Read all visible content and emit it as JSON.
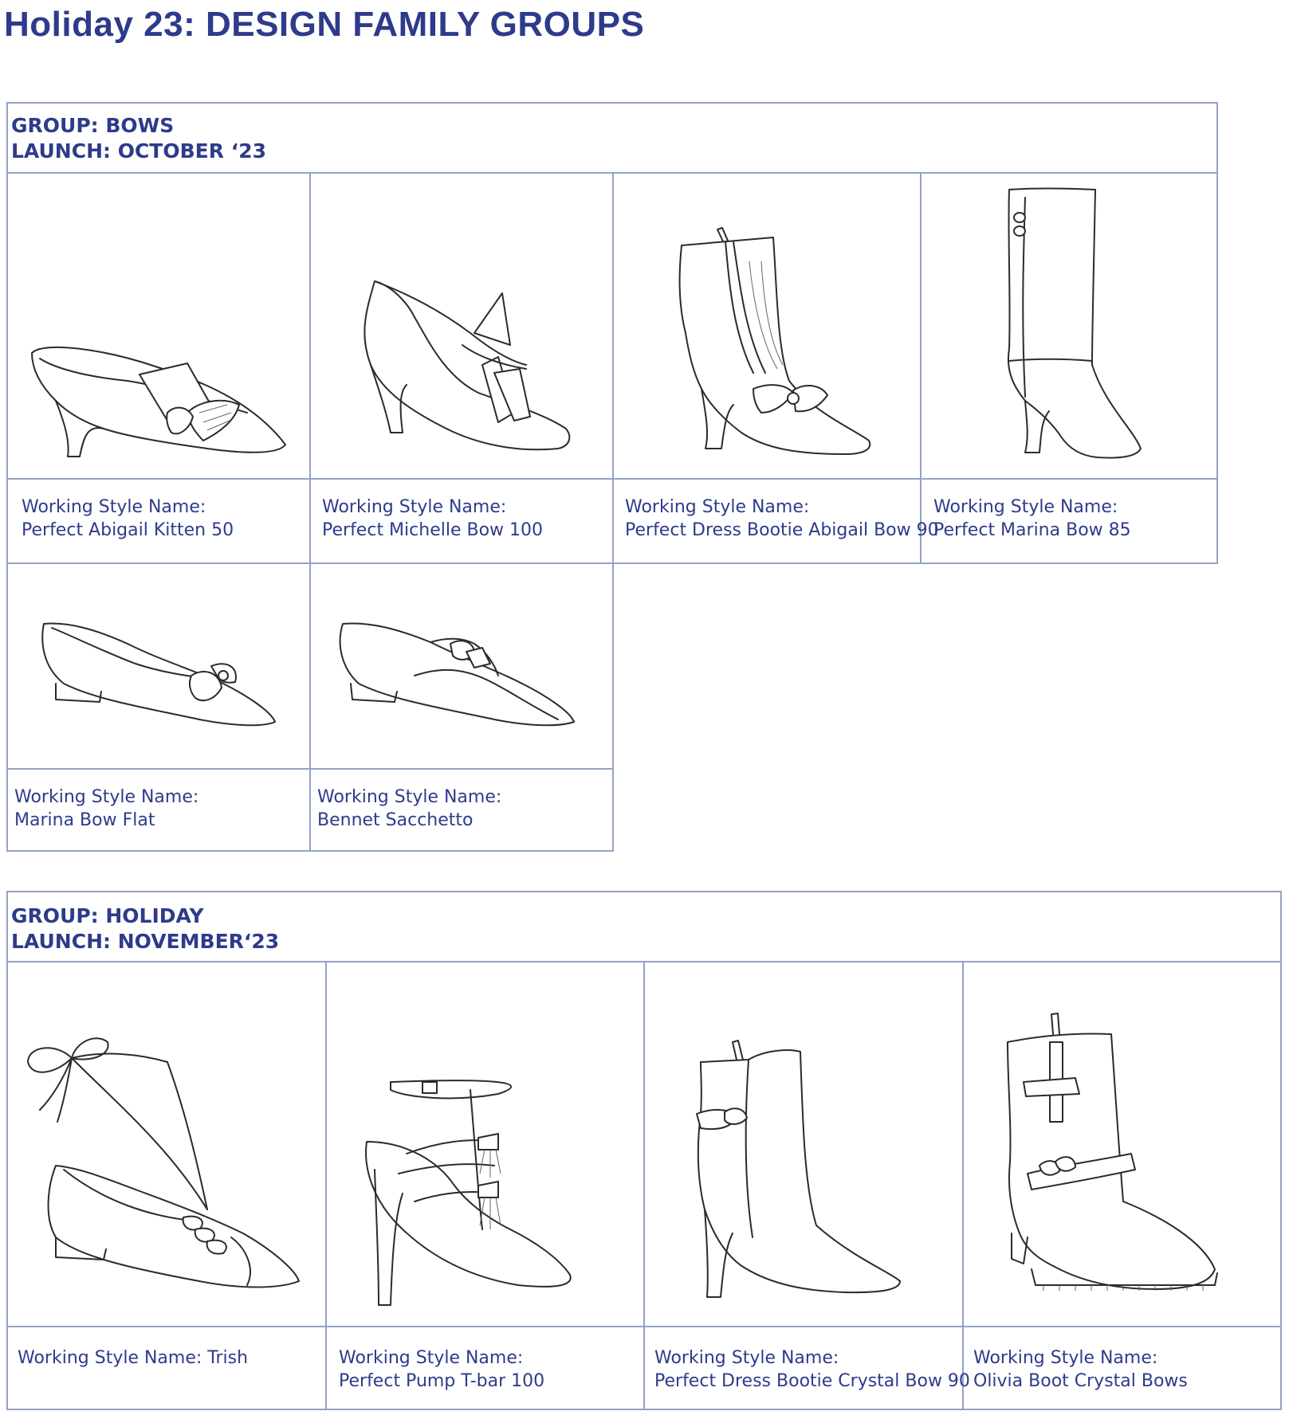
{
  "title": "Holiday 23: DESIGN FAMILY GROUPS",
  "groups": [
    {
      "group_line": "GROUP: BOWS",
      "launch_line": "LAUNCH: OCTOBER ‘23",
      "styles": [
        {
          "label": "Working Style Name:",
          "name": "Perfect Abigail Kitten 50",
          "icon": "kitten-heel-mule-sketch"
        },
        {
          "label": "Working Style Name:",
          "name": "Perfect Michelle Bow 100",
          "icon": "high-heel-pump-sketch"
        },
        {
          "label": "Working Style Name:",
          "name": "Perfect Dress Bootie Abigail Bow 90",
          "icon": "dress-bootie-sketch"
        },
        {
          "label": "Working Style Name:",
          "name": "Perfect Marina Bow 85",
          "icon": "tall-boot-sketch"
        },
        {
          "label": "Working Style Name:",
          "name": "Marina Bow Flat",
          "icon": "bow-flat-sketch"
        },
        {
          "label": "Working Style Name:",
          "name": "Bennet Sacchetto",
          "icon": "loafer-slipper-sketch"
        }
      ]
    },
    {
      "group_line": "GROUP: HOLIDAY",
      "launch_line": "LAUNCH: NOVEMBER‘23",
      "styles": [
        {
          "label": "Working Style Name:  Trish",
          "name": "",
          "icon": "ribbon-tie-flat-sketch"
        },
        {
          "label": "Working Style Name:",
          "name": "Perfect Pump T-bar 100",
          "icon": "t-bar-stiletto-sketch"
        },
        {
          "label": "Working Style Name:",
          "name": "Perfect Dress Bootie Crystal Bow 90",
          "icon": "crystal-bow-bootie-sketch"
        },
        {
          "label": "Working Style Name:",
          "name": "Olivia Boot Crystal Bows",
          "icon": "lug-sole-boot-sketch"
        }
      ]
    }
  ],
  "colors": {
    "text": "#2e3b8a",
    "border": "#93a2c6",
    "sketch": "#2b2b2b"
  }
}
